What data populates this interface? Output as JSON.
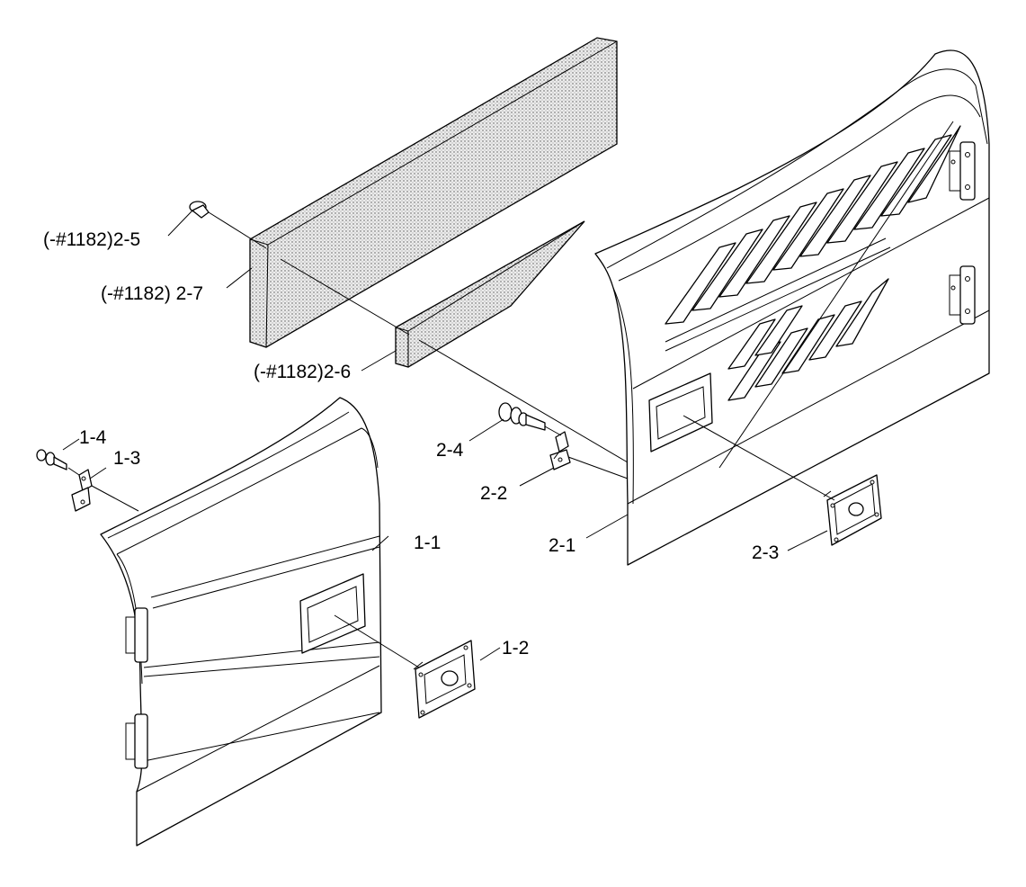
{
  "labels": {
    "p1_1": "1-1",
    "p1_2": "1-2",
    "p1_3": "1-3",
    "p1_4": "1-4",
    "p2_1": "2-1",
    "p2_2": "2-2",
    "p2_3": "2-3",
    "p2_4": "2-4",
    "p2_5": "(-#1182)2-5",
    "p2_6": "(-#1182)2-6",
    "p2_7": "(-#1182) 2-7"
  },
  "colors": {
    "line": "#000000",
    "background": "#ffffff",
    "foam": "#e6e6e6"
  }
}
